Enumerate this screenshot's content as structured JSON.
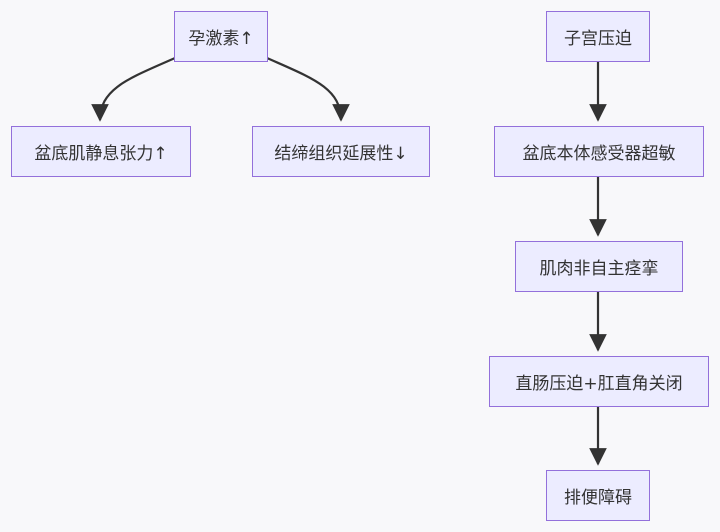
{
  "nodes": {
    "n1": "孕激素↑",
    "n2": "盆底肌静息张力↑",
    "n3": "结缔组织延展性↓",
    "n4": "子宫压迫",
    "n5": "盆底本体感受器超敏",
    "n6": "肌肉非自主痉挛",
    "n7": "直肠压迫+肛直角关闭",
    "n8": "排便障碍"
  },
  "edges": [
    {
      "from": "n1",
      "to": "n2"
    },
    {
      "from": "n1",
      "to": "n3"
    },
    {
      "from": "n4",
      "to": "n5"
    },
    {
      "from": "n5",
      "to": "n6"
    },
    {
      "from": "n6",
      "to": "n7"
    },
    {
      "from": "n7",
      "to": "n8"
    }
  ],
  "colors": {
    "node_fill": "#ececff",
    "node_border": "#9370db",
    "edge": "#333333",
    "background": "#f8f8fa"
  }
}
